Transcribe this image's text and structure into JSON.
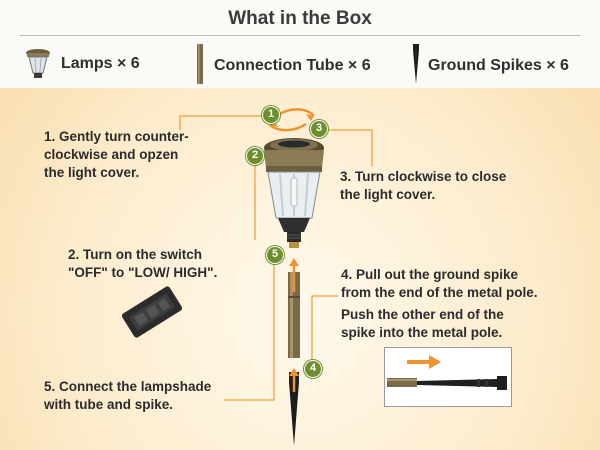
{
  "header": {
    "title": "What in the Box",
    "items": [
      {
        "label": "Lamps × 6",
        "icon": "lamp-icon"
      },
      {
        "label": "Connection Tube × 6",
        "icon": "tube-icon"
      },
      {
        "label": "Ground Spikes × 6",
        "icon": "spike-icon"
      }
    ]
  },
  "steps": {
    "s1": {
      "num": "1",
      "text": [
        "1. Gently turn counter-",
        "clockwise and opzen",
        "the light cover."
      ]
    },
    "s2": {
      "num": "2",
      "text": [
        "2. Turn on the switch",
        "\"OFF\" to \"LOW/ HIGH\"."
      ]
    },
    "s3": {
      "num": "3",
      "text": [
        "3. Turn clockwise to close",
        "the light cover."
      ]
    },
    "s4": {
      "num": "4",
      "text": [
        "4. Pull out the ground spike",
        "from the end of the metal pole."
      ],
      "extra": [
        "Push the other end of the",
        "spike into the metal pole."
      ]
    },
    "s5": {
      "num": "5",
      "text": [
        "5. Connect the lampshade",
        "with tube and spike."
      ]
    }
  },
  "colors": {
    "accent_orange": "#f0922e",
    "badge_green": "#6f8f2f",
    "metal": "#7a6b48"
  }
}
